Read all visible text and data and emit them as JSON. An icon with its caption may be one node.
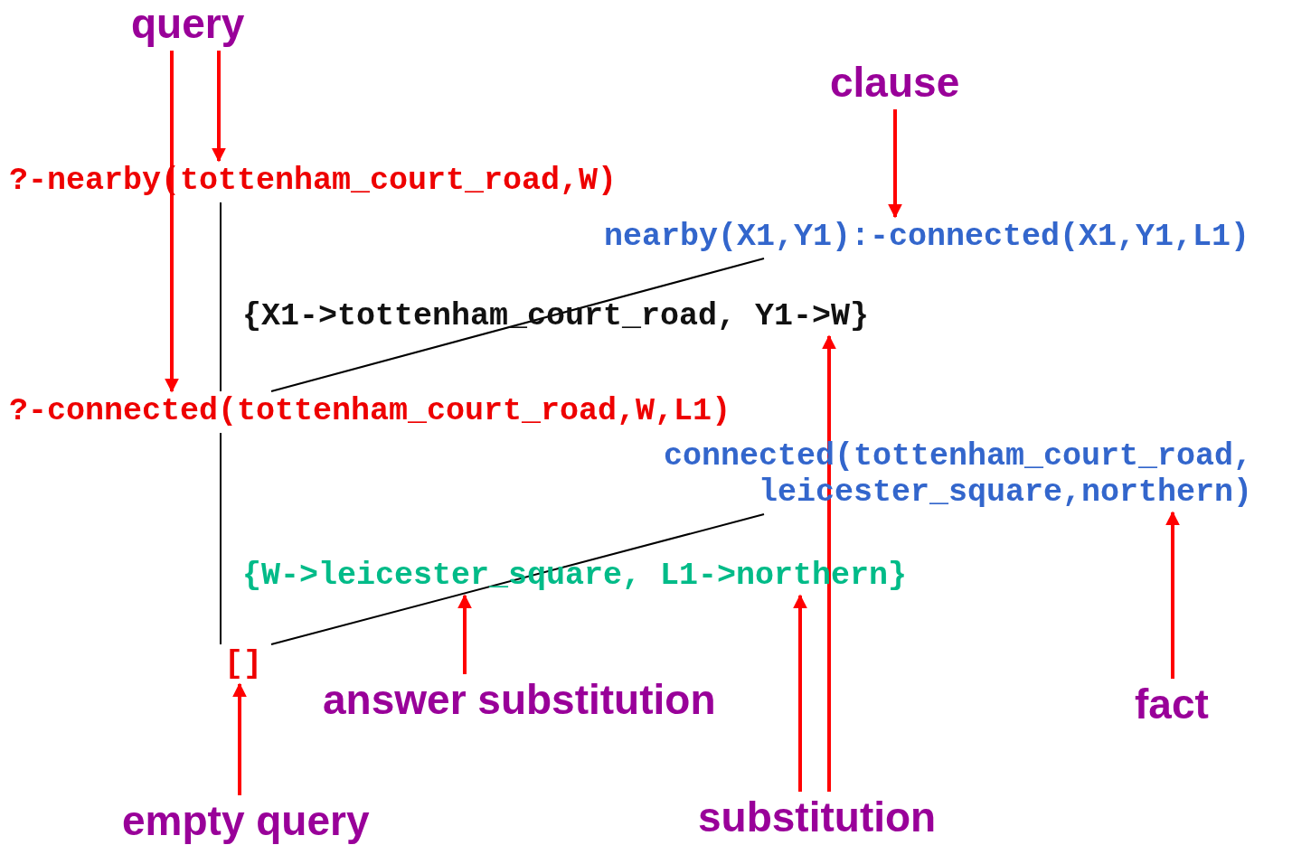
{
  "diagram": {
    "nodes": [
      {
        "text": [
          "query"
        ]
      },
      {
        "text": [
          "?-nearby(tottenham_court_road,W)"
        ]
      },
      {
        "text": [
          "clause"
        ]
      },
      {
        "text": [
          "nearby(X1,Y1):-connected(X1,Y1,L1)"
        ]
      },
      {
        "text": [
          "{X1->tottenham_court_road, Y1->W}"
        ]
      },
      {
        "text": [
          "?-connected(tottenham_court_road,W,L1)"
        ]
      },
      {
        "text": [
          "connected(tottenham_court_road, leicester_square,northern)"
        ]
      },
      {
        "text": [
          "{W->leicester_square, L1->northern}"
        ]
      },
      {
        "text": [
          "[]"
        ]
      },
      {
        "text": [
          "answer substitution"
        ]
      },
      {
        "text": [
          "fact"
        ]
      },
      {
        "text": [
          "empty query"
        ]
      },
      {
        "text": [
          "substitution"
        ]
      }
    ],
    "edges": [
      {
        "from": 0,
        "to": 1,
        "arrow": "to"
      },
      {
        "from": 0,
        "to": 5,
        "arrow": "to"
      },
      {
        "from": 2,
        "to": 3,
        "arrow": "to"
      },
      {
        "from": 12,
        "to": 4,
        "arrow": "to"
      },
      {
        "from": 12,
        "to": 7,
        "arrow": "to"
      },
      {
        "from": 10,
        "to": 6,
        "arrow": "to"
      },
      {
        "from": 9,
        "to": 7,
        "arrow": "to"
      },
      {
        "from": 11,
        "to": 8,
        "arrow": "to"
      },
      {
        "from": 1,
        "to": 5,
        "arrow": "none",
        "color": "#000000"
      },
      {
        "from": 3,
        "to": 5,
        "arrow": "none",
        "color": "#000000"
      },
      {
        "from": 5,
        "to": 8,
        "arrow": "none",
        "color": "#000000"
      },
      {
        "from": 6,
        "to": 8,
        "arrow": "none",
        "color": "#000000"
      }
    ]
  }
}
